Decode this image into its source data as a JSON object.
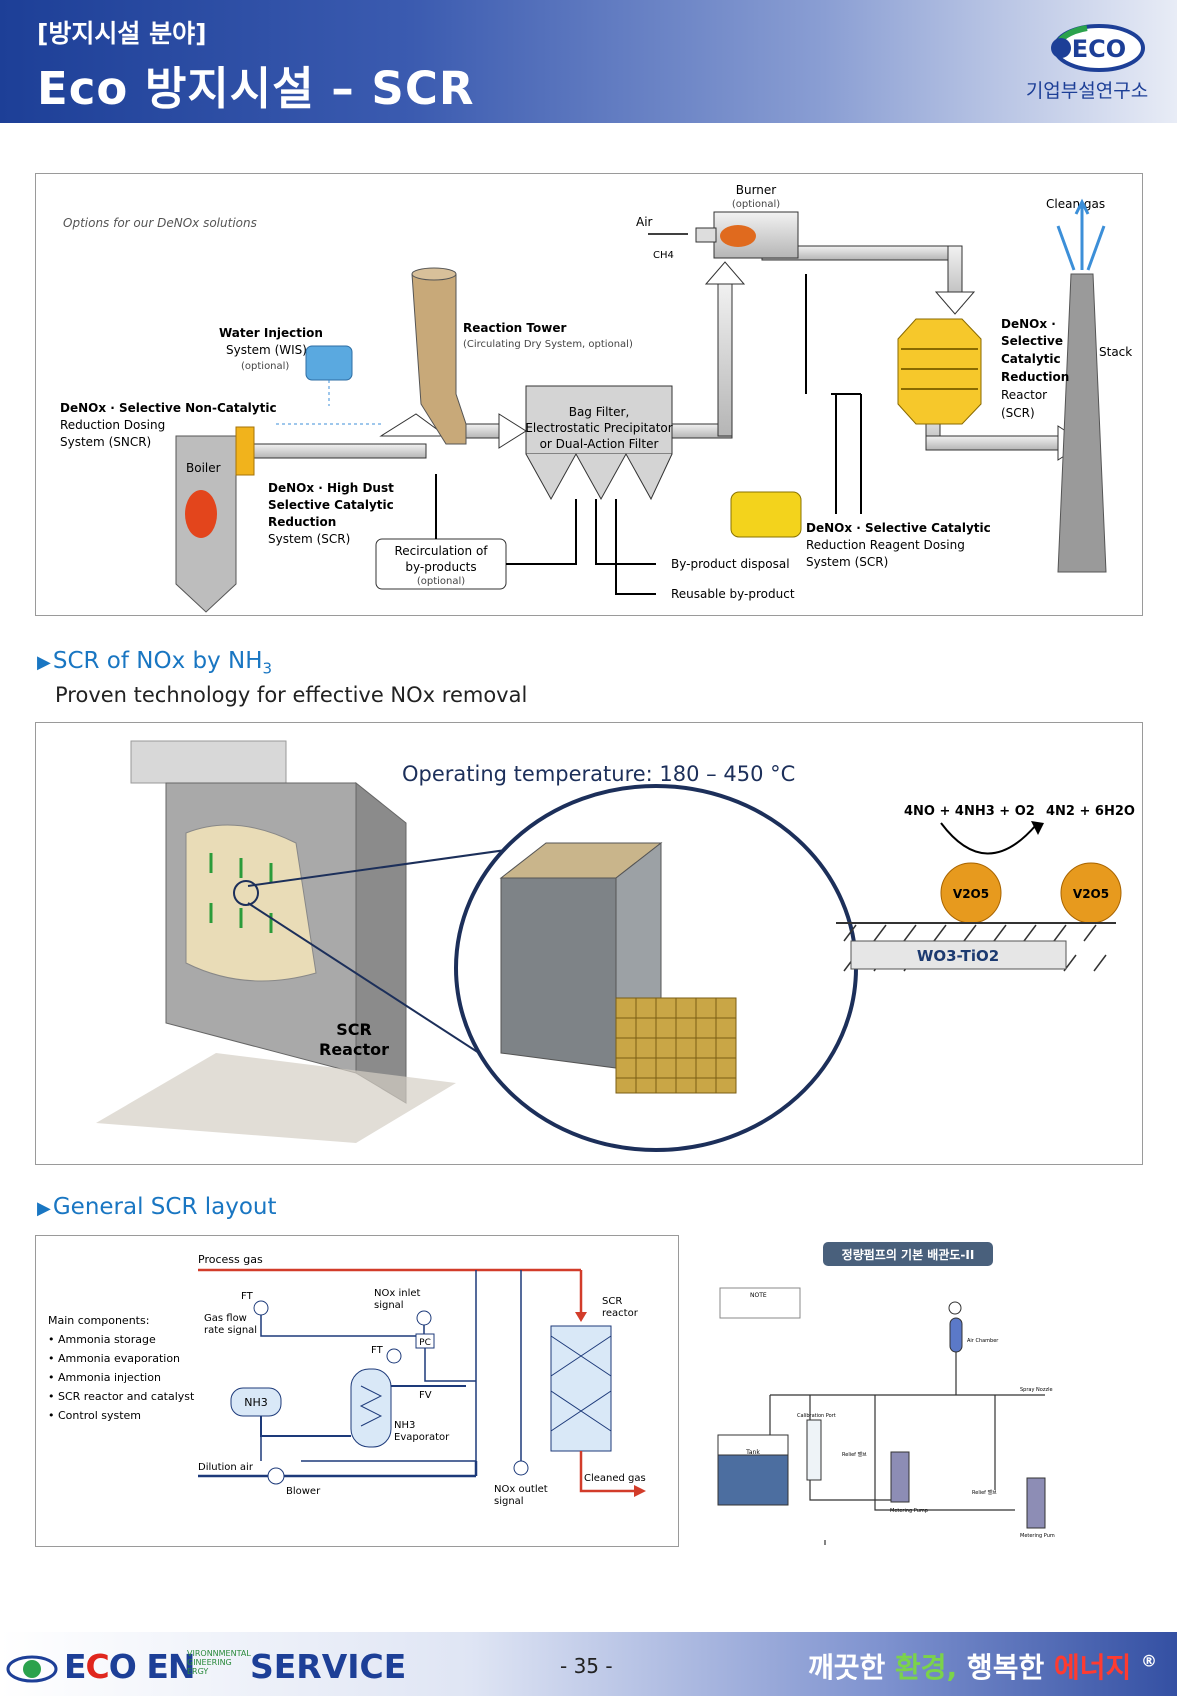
{
  "header": {
    "category": "[방지시설 분야]",
    "title": "Eco 방지시설 – SCR",
    "logo_text": "ECO",
    "logo_sub": "기업부설연구소"
  },
  "diagram1": {
    "options_label": "Options for our DeNOx solutions",
    "burner": "Burner",
    "burner_opt": "(optional)",
    "air": "Air",
    "ch4": "CH4",
    "clean_gas": "Clean gas",
    "stack": "Stack",
    "wis_1": "Water Injection",
    "wis_2": "System (WIS)",
    "wis_3": "(optional)",
    "reaction_tower": "Reaction Tower",
    "reaction_tower_sub": "(Circulating Dry System, optional)",
    "sncr_1": "DeNOx · Selective Non-Catalytic",
    "sncr_2": "Reduction Dosing",
    "sncr_3": "System (SNCR)",
    "boiler": "Boiler",
    "bag_1": "Bag Filter,",
    "bag_2": "Electrostatic Precipitator",
    "bag_3": "or Dual-Action Filter",
    "scr_reactor_1": "DeNOx ·",
    "scr_reactor_2": "Selective",
    "scr_reactor_3": "Catalytic",
    "scr_reactor_4": "Reduction",
    "scr_reactor_5": "Reactor",
    "scr_reactor_6": "(SCR)",
    "hd_1": "DeNOx · High Dust",
    "hd_2": "Selective Catalytic",
    "hd_3": "Reduction",
    "hd_4": "System (SCR)",
    "recirc_1": "Recirculation of",
    "recirc_2": "by-products",
    "recirc_3": "(optional)",
    "byproduct_disposal": "By-product disposal",
    "reusable": "Reusable by-product",
    "dosing_1": "DeNOx · Selective Catalytic",
    "dosing_2": "Reduction Reagent Dosing",
    "dosing_3": "System (SCR)"
  },
  "section1": {
    "title": "SCR of NOx by NH",
    "title_sub": "3",
    "desc": "Proven technology for effective NOx removal"
  },
  "diagram2": {
    "op_temp": "Operating temperature: 180 – 450 °C",
    "reaction_left": "4NO + 4NH3 + O2",
    "reaction_right": "4N2 + 6H2O",
    "catalyst": "V2O5",
    "support": "WO3-TiO2",
    "scr_label_1": "SCR",
    "scr_label_2": "Reactor"
  },
  "section2": {
    "title": "General SCR layout"
  },
  "diagram3": {
    "process_gas": "Process gas",
    "ft": "FT",
    "gas_flow_1": "Gas flow",
    "gas_flow_2": "rate signal",
    "nox_inlet_1": "NOx inlet",
    "nox_inlet_2": "signal",
    "pc": "PC",
    "fv": "FV",
    "scr_1": "SCR",
    "scr_2": "reactor",
    "nh3": "NH3",
    "evap_1": "NH3",
    "evap_2": "Evaporator",
    "dilution_air": "Dilution air",
    "blower": "Blower",
    "nox_outlet_1": "NOx outlet",
    "nox_outlet_2": "signal",
    "cleaned_gas": "Cleaned gas",
    "main_components": "Main components:",
    "components": [
      "Ammonia storage",
      "Ammonia evaporation",
      "Ammonia injection",
      "SCR reactor and catalyst",
      "Control system"
    ]
  },
  "diagram4": {
    "title": "정량펌프의 기본 배관도-II",
    "note": "NOTE",
    "air_chamber": "Air Chamber",
    "spray_nozzle": "Spray Nozzle",
    "tank": "Tank",
    "calibration_port": "Calibration Port",
    "metering_pump": "Metering Pump",
    "relief": "Relief 밸브"
  },
  "footer": {
    "brand_e": "E",
    "brand_c": "C",
    "brand_o": "O",
    "brand_en": " EN",
    "env_1": "VIRONNMENTAL",
    "env_2": "GINEERING",
    "env_3": "ERGY",
    "service": "SERVICE",
    "page": "- 35 -",
    "slogan_1": "깨끗한 ",
    "slogan_2": "환경,",
    "slogan_3": " 행복한 ",
    "slogan_4": "에너지",
    "slogan_reg": "®"
  },
  "colors": {
    "header_blue": "#1d3f97",
    "accent_blue": "#1976c2",
    "arrow_red": "#d23c2a",
    "catalyst_orange": "#e79a1e"
  }
}
